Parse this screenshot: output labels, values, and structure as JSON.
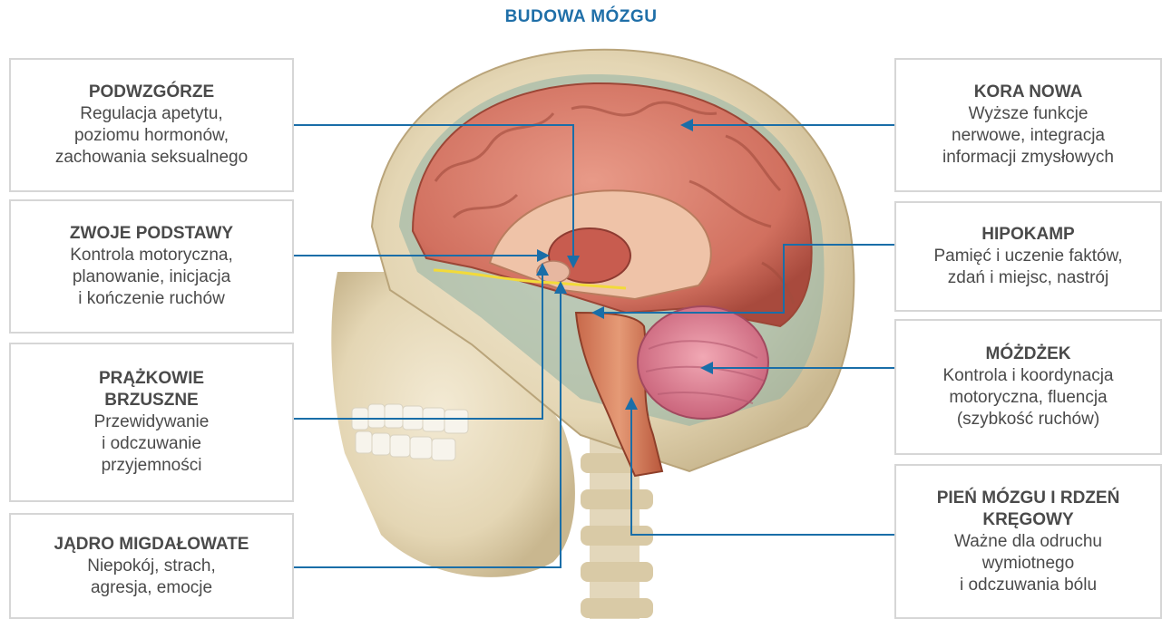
{
  "title": "BUDOWA MÓZGU",
  "labels": {
    "podwzgorze": {
      "heading": "PODWZGÓRZE",
      "lines": [
        "Regulacja apetytu,",
        "poziomu hormonów,",
        "zachowania seksualnego"
      ]
    },
    "zwoje": {
      "heading": "ZWOJE PODSTAWY",
      "lines": [
        "Kontrola motoryczna,",
        "planowanie, inicjacja",
        "i kończenie ruchów"
      ]
    },
    "prazkowie": {
      "heading1": "PRĄŻKOWIE",
      "heading2": "BRZUSZNE",
      "lines": [
        "Przewidywanie",
        "i odczuwanie",
        "przyjemności"
      ]
    },
    "migdalowate": {
      "heading": "JĄDRO MIGDAŁOWATE",
      "lines": [
        "Niepokój, strach,",
        "agresja, emocje"
      ]
    },
    "kora": {
      "heading": "KORA NOWA",
      "lines": [
        "Wyższe funkcje",
        "nerwowe, integracja",
        "informacji zmysłowych"
      ]
    },
    "hipokamp": {
      "heading": "HIPOKAMP",
      "lines": [
        "Pamięć i uczenie faktów,",
        "zdań i miejsc, nastrój"
      ]
    },
    "mozdzek": {
      "heading": "MÓŻDŻEK",
      "lines": [
        "Kontrola i koordynacja",
        "motoryczna, fluencja",
        "(szybkość ruchów)"
      ]
    },
    "pien": {
      "heading1": "PIEŃ MÓZGU I RDZEŃ",
      "heading2": "KRĘGOWY",
      "lines": [
        "Ważne dla odruchu",
        "wymiotnego",
        "i odczuwania bólu"
      ]
    }
  },
  "colors": {
    "accent": "#1f6fa8",
    "leader": "#1a6ea8",
    "border": "#d6d6d6",
    "text": "#4a4a4a"
  }
}
